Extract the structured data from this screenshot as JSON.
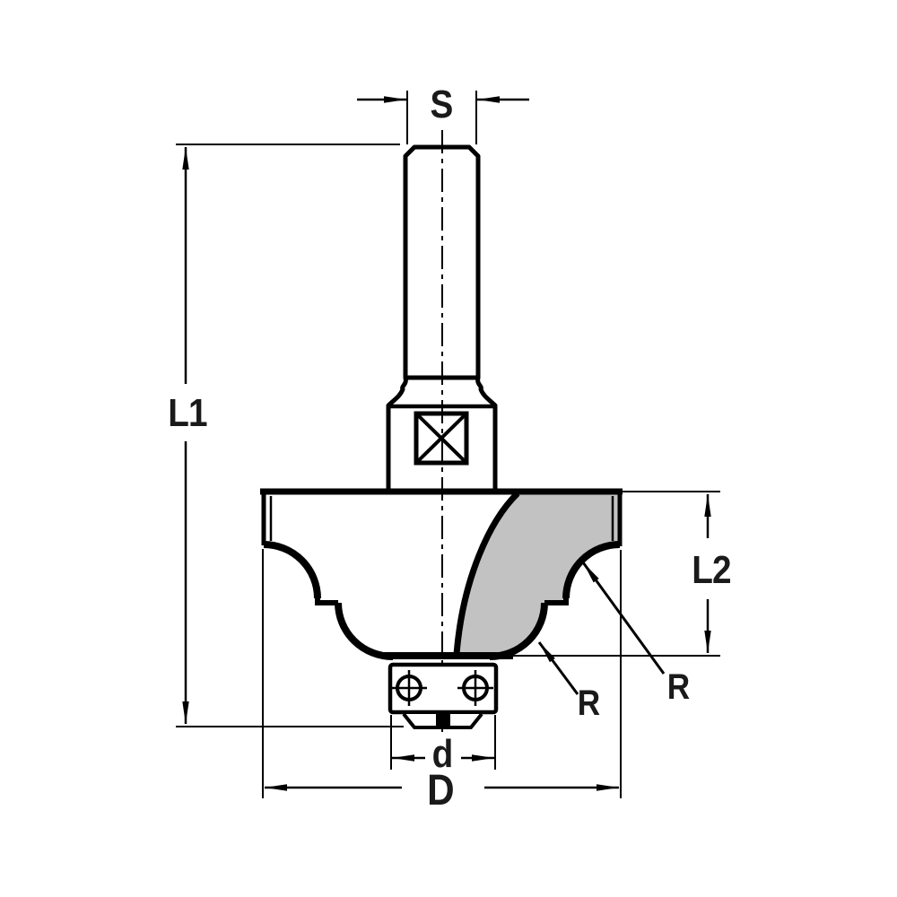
{
  "diagram": {
    "type": "technical-dimension-drawing",
    "subject": "router-bit-with-bearing",
    "labels": {
      "shank_diameter": "S",
      "overall_length": "L1",
      "cutting_length": "L2",
      "radius_outer": "R",
      "radius_inner": "R",
      "bearing_diameter": "d",
      "overall_diameter": "D"
    },
    "colors": {
      "line": "#000000",
      "cutter_fill": "#c2c2c2",
      "background": "#ffffff"
    }
  }
}
